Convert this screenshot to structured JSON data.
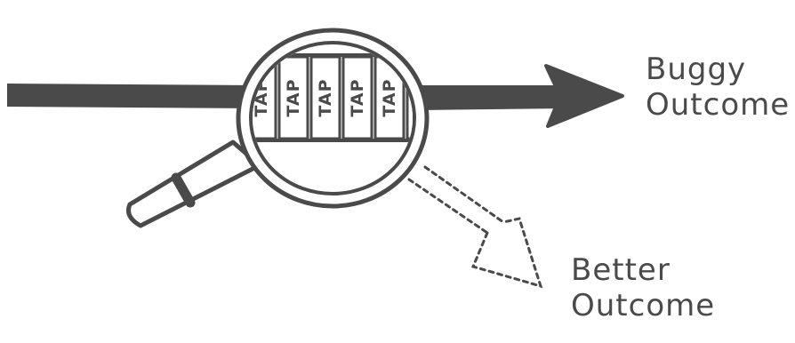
{
  "diagram": {
    "buggy_label_line1": "Buggy",
    "buggy_label_line2": "Outcome",
    "better_label_line1": "Better",
    "better_label_line2": "Outcome",
    "tap_label": "TAP",
    "tap_count": 6,
    "ink_color": "#4a4a4a",
    "background_color": "#ffffff"
  }
}
